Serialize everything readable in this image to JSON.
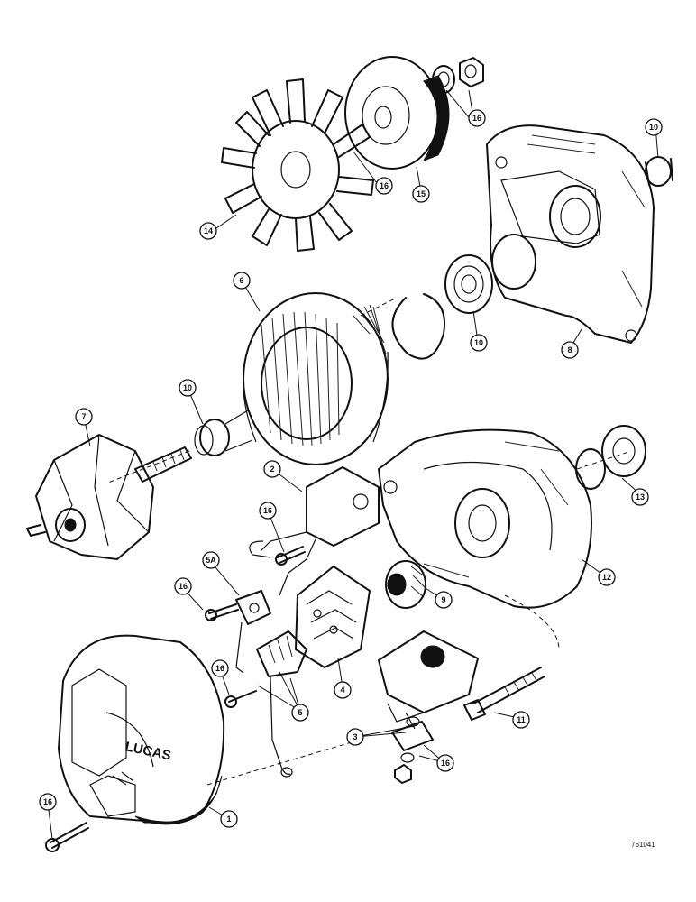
{
  "figure_code": "761041",
  "brand_marking": "LUCAS",
  "callouts": [
    "1",
    "2",
    "3",
    "4",
    "5",
    "5A",
    "6",
    "7",
    "8",
    "9",
    "10",
    "11",
    "12",
    "13",
    "14",
    "15",
    "16"
  ]
}
